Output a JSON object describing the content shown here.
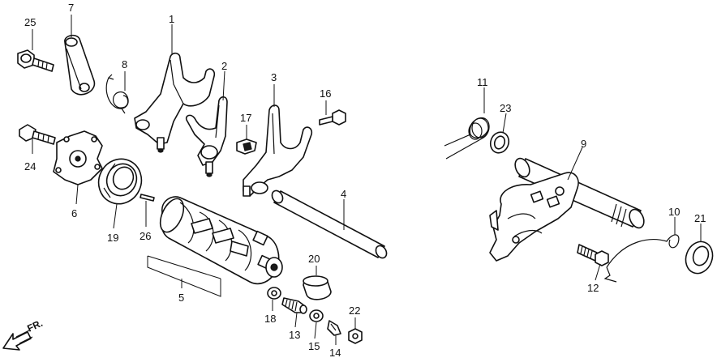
{
  "callouts": {
    "c1": "1",
    "c2": "2",
    "c3": "3",
    "c4": "4",
    "c5": "5",
    "c6": "6",
    "c7": "7",
    "c8": "8",
    "c9": "9",
    "c10": "10",
    "c11": "11",
    "c12": "12",
    "c13": "13",
    "c14": "14",
    "c15": "15",
    "c16": "16",
    "c17": "17",
    "c18": "18",
    "c19": "19",
    "c20": "20",
    "c21": "21",
    "c22": "22",
    "c23": "23",
    "c24": "24",
    "c25": "25",
    "c26": "26"
  },
  "direction_label": "FR."
}
